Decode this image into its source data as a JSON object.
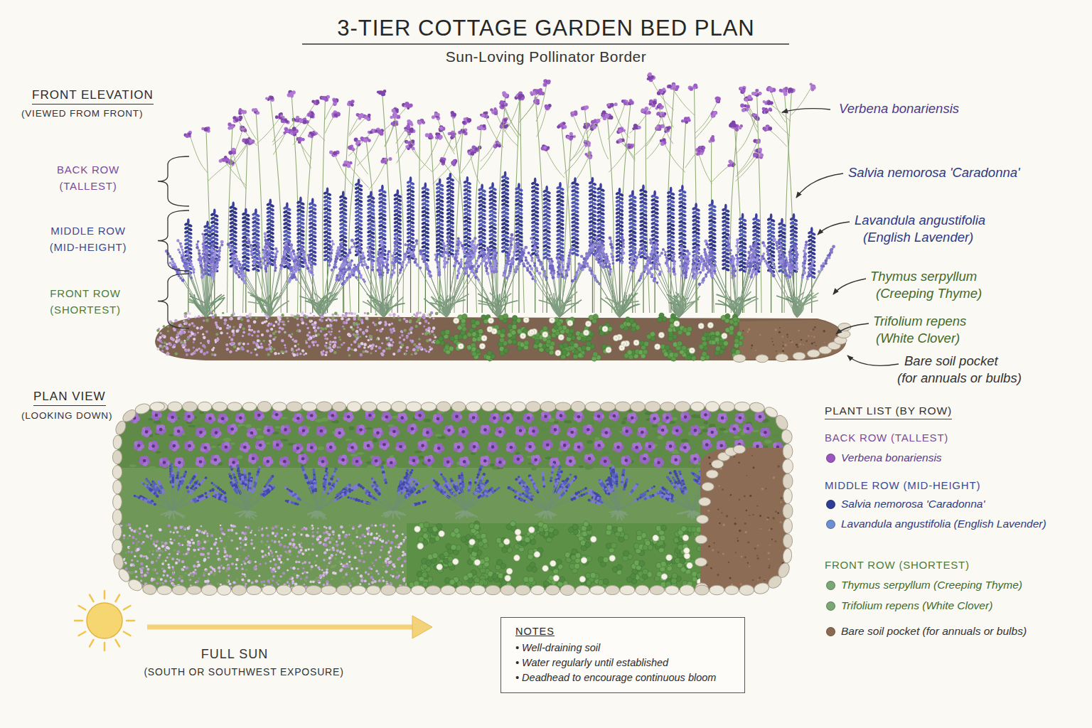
{
  "diagram": {
    "title": "3-TIER COTTAGE GARDEN BED PLAN",
    "nodes": [
      {
        "text": [
          "NOTES",
          "• Well-draining soil",
          "• Water regularly until established",
          "• Deadhead to encourage continuous bloom"
        ]
      }
    ],
    "labels": [
      "Sun-Loving Pollinator Border",
      "FRONT ELEVATION",
      "(VIEWED FROM FRONT)",
      "BACK ROW",
      "(TALLEST)",
      "MIDDLE ROW",
      "(MID-HEIGHT)",
      "FRONT ROW",
      "(SHORTEST)",
      "Verbena bonariensis",
      "Salvia nemorosa 'Caradonna'",
      "Lavandula angustifolia",
      "(English Lavender)",
      "Thymus serpyllum",
      "(Creeping Thyme)",
      "Trifolium repens",
      "(White Clover)",
      "Bare soil pocket",
      "(for annuals or bulbs)",
      "PLAN VIEW",
      "(LOOKING DOWN)",
      "PLANT LIST (BY ROW)",
      "BACK ROW (TALLEST)",
      "MIDDLE ROW (MID-HEIGHT)",
      "FRONT ROW (SHORTEST)",
      "FULL SUN",
      "(SOUTH OR SOUTHWEST EXPOSURE)"
    ],
    "legend": [
      {
        "text": "Verbena bonariensis",
        "color": "#9a55c0"
      },
      {
        "text": "Salvia nemorosa 'Caradonna'",
        "color": "#2e3d96"
      },
      {
        "text": "Lavandula angustifolia (English Lavender)",
        "color": "#6b8fd0"
      },
      {
        "text": "Thymus serpyllum (Creeping Thyme)",
        "color": "#7aa874"
      },
      {
        "text": "Trifolium repens (White Clover)",
        "color": "#7aa874"
      },
      {
        "text": "Bare soil pocket (for annuals or bulbs)",
        "color": "#8b6a52"
      }
    ]
  }
}
